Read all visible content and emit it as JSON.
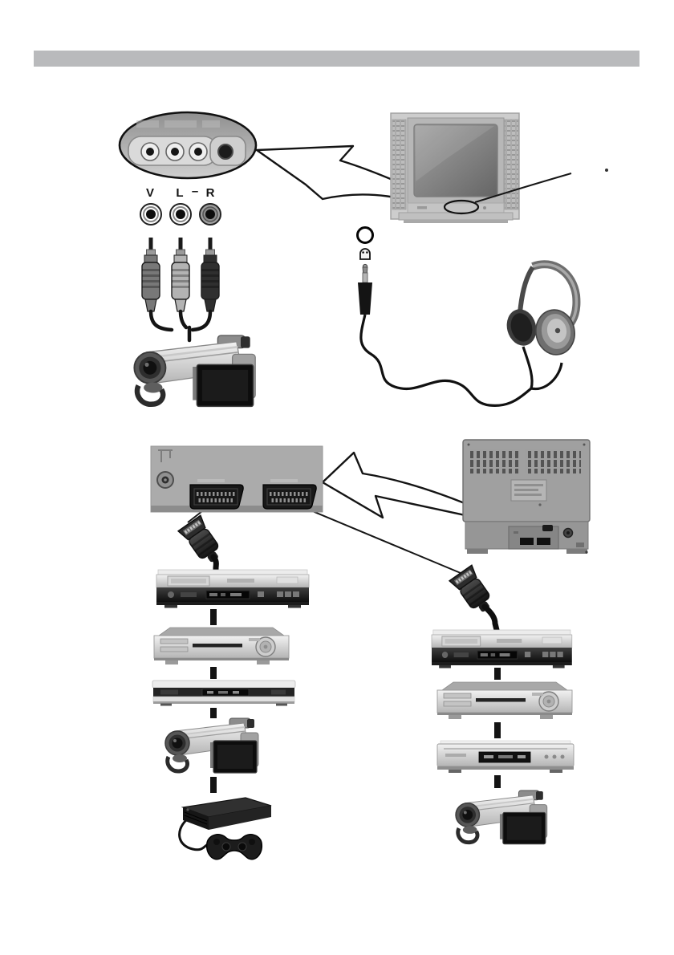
{
  "page": {
    "header_bar_color": "#b9babc",
    "background": "#ffffff",
    "line_color": "#161616"
  },
  "front_section": {
    "jack_labels": [
      "V",
      "L",
      "–",
      "R"
    ],
    "figures": [
      "front-av-panel-closeup",
      "rca-av-cable",
      "camcorder",
      "tv-front-view",
      "headphone-jack-symbol",
      "headphone-plug",
      "headphones",
      "callout-arrow"
    ]
  },
  "rear_section": {
    "figures": [
      "rear-scart-panel-closeup",
      "antenna-socket",
      "scart-socket-1",
      "scart-socket-2",
      "tv-rear-view",
      "callout-arrow"
    ],
    "left_chain": [
      "scart-plug",
      "vcr",
      "dvd-player",
      "dvd-player-slim",
      "camcorder",
      "game-console-with-gamepad"
    ],
    "right_chain": [
      "scart-plug",
      "vcr",
      "dvd-player",
      "dvd-recorder",
      "camcorder"
    ]
  }
}
